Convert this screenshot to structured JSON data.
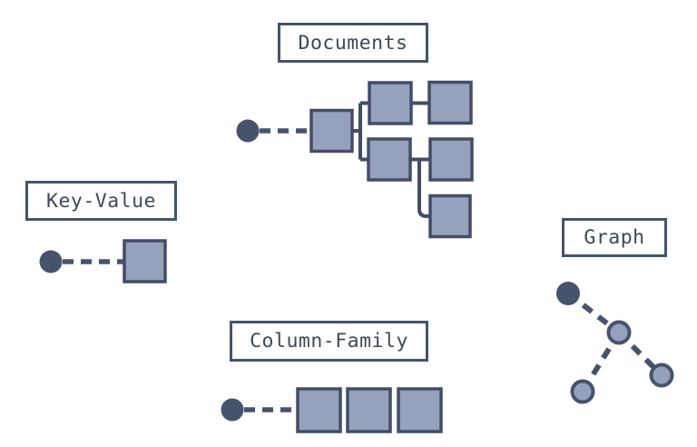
{
  "figure": {
    "background": "#ffffff",
    "colors": {
      "dark": "#46536d",
      "node_fill": "#96a2bc",
      "node_stroke": "#424d66",
      "label_border": "#46536d",
      "label_text": "#3e4857"
    },
    "sections": [
      {
        "id": "documents",
        "label": "Documents",
        "boxes": 6,
        "keys": 1
      },
      {
        "id": "key-value",
        "label": "Key-Value",
        "boxes": 1,
        "keys": 1
      },
      {
        "id": "column-family",
        "label": "Column-Family",
        "boxes": 3,
        "keys": 1
      },
      {
        "id": "graph",
        "label": "Graph",
        "nodes": 4,
        "edges": 3
      }
    ]
  }
}
